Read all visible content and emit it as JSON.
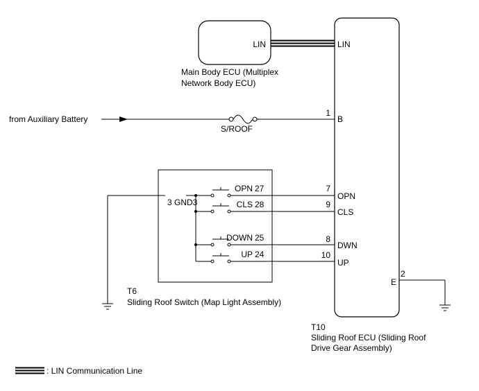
{
  "main_body_ecu": {
    "pin_label": "LIN",
    "caption_line1": "Main Body ECU (Multiplex",
    "caption_line2": "Network Body ECU)"
  },
  "sliding_roof_ecu": {
    "connector": "T10",
    "caption_line1": "Sliding Roof ECU (Sliding Roof",
    "caption_line2": "Drive Gear Assembly)",
    "pins": [
      {
        "number": "",
        "name": "LIN"
      },
      {
        "number": "1",
        "name": "B"
      },
      {
        "number": "7",
        "name": "OPN"
      },
      {
        "number": "9",
        "name": "CLS"
      },
      {
        "number": "8",
        "name": "DWN"
      },
      {
        "number": "10",
        "name": "UP"
      },
      {
        "number": "2",
        "name": "E"
      }
    ]
  },
  "power_source": {
    "text": "from Auxiliary Battery",
    "fuse_label": "S/ROOF"
  },
  "sliding_roof_switch": {
    "connector": "T6",
    "caption": "Sliding Roof Switch (Map Light Assembly)",
    "ground_pin": {
      "number": "3",
      "name": "GND3"
    },
    "pins": [
      {
        "name": "OPN",
        "number": "27"
      },
      {
        "name": "CLS",
        "number": "28"
      },
      {
        "name": "DOWN",
        "number": "25"
      },
      {
        "name": "UP",
        "number": "24"
      }
    ]
  },
  "legend": {
    "lin_line_text": ": LIN Communication Line"
  }
}
